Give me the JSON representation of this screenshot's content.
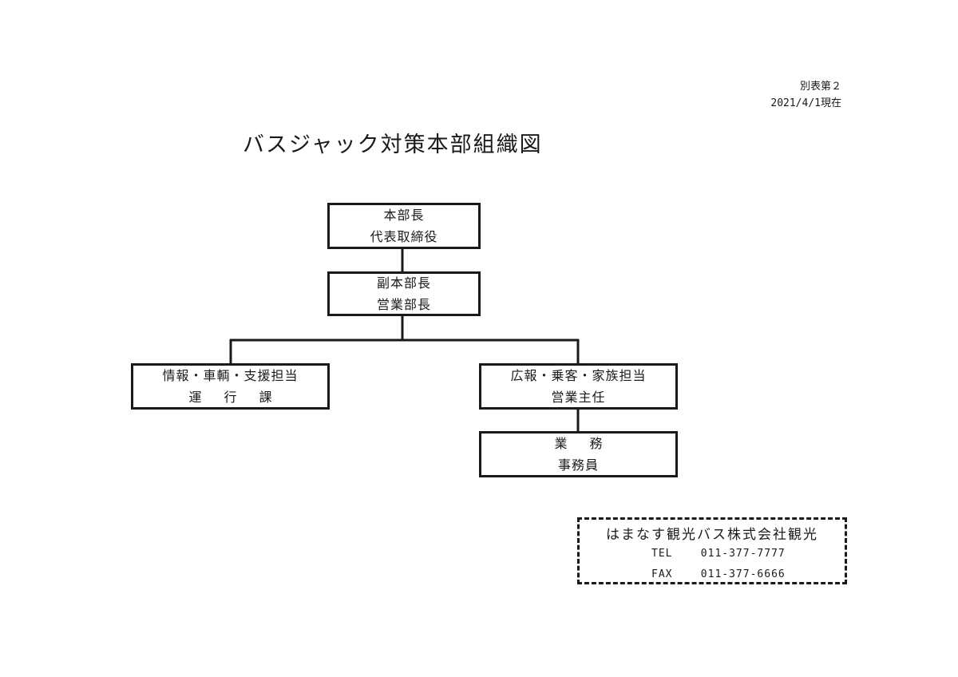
{
  "header": {
    "ref_label": "別表第２",
    "ref_date": "2021/4/1現在"
  },
  "title": "バスジャック対策本部組織図",
  "org": {
    "head": {
      "line1": "本部長",
      "line2": "代表取締役"
    },
    "deputy": {
      "line1": "副本部長",
      "line2": "営業部長"
    },
    "left": {
      "line1": "情報・車輌・支援担当",
      "line2": "運行課"
    },
    "right": {
      "line1": "広報・乗客・家族担当",
      "line2": "営業主任"
    },
    "bottom": {
      "line1": "業務",
      "line2": "事務員"
    }
  },
  "company": {
    "name": "はまなす観光バス株式会社観光",
    "tel_label": "TEL",
    "tel": "011-377-7777",
    "fax_label": "FAX",
    "fax": "011-377-6666"
  }
}
